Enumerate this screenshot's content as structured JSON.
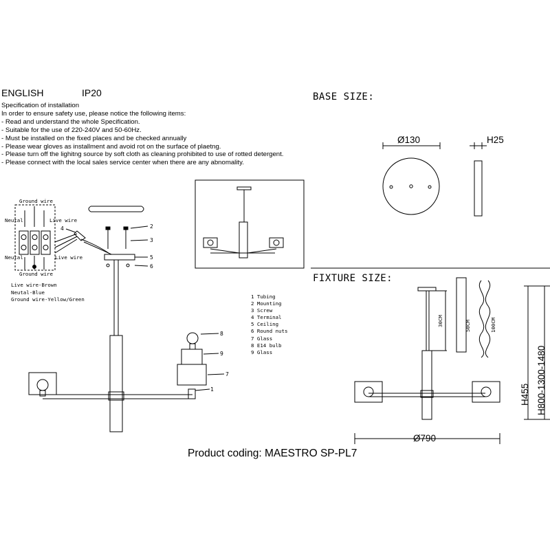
{
  "header": {
    "language": "ENGLISH",
    "ip_rating": "IP20"
  },
  "specification": [
    "Specification of installation",
    "In order to ensure safety use, please notice the following items:",
    "- Read and understand the whole Specification.",
    "- Suitable for the use of 220-240V and 50-60Hz.",
    "- Must be installed on the fixed places and be checked annually",
    "- Please wear gloves as installment and avoid rot on the surface of plaetng.",
    "- Please turn off the lighitng source by soft cloth as cleaning prohibited to use of rotted detergent.",
    "- Please connect with the local sales service center when there are any abnomality."
  ],
  "wiring": {
    "ground_top": "Ground wire",
    "ground_bottom": "Ground wire",
    "neutral_top": "Neutal",
    "neutral_bottom": "Neutal",
    "live_top": "Live wire",
    "live_bottom": "Live wire",
    "legend": [
      "Live wire-Brown",
      "Neutal-Blue",
      "Ground wire-Yellow/Green"
    ]
  },
  "callouts": [
    "1",
    "2",
    "3",
    "4",
    "5",
    "6",
    "7",
    "8",
    "9"
  ],
  "parts_list": [
    "1 Tubing",
    "2 Mounting",
    "3 Screw",
    "4 Terminal",
    "5 Ceiling",
    "6 Round nuts",
    "7 Glass",
    "8 E14 bulb",
    "9 Glass"
  ],
  "base": {
    "title": "BASE SIZE:",
    "diameter": "Ø130",
    "height": "H25"
  },
  "fixture": {
    "title": "FIXTURE SIZE:",
    "rod_1": "30CM",
    "rod_2": "50CM",
    "chain": "100CM",
    "diameter": "Ø790",
    "height": "H455",
    "height_range": "H800-1300-1480"
  },
  "product_coding": "Product coding: MAESTRO SP-PL7"
}
